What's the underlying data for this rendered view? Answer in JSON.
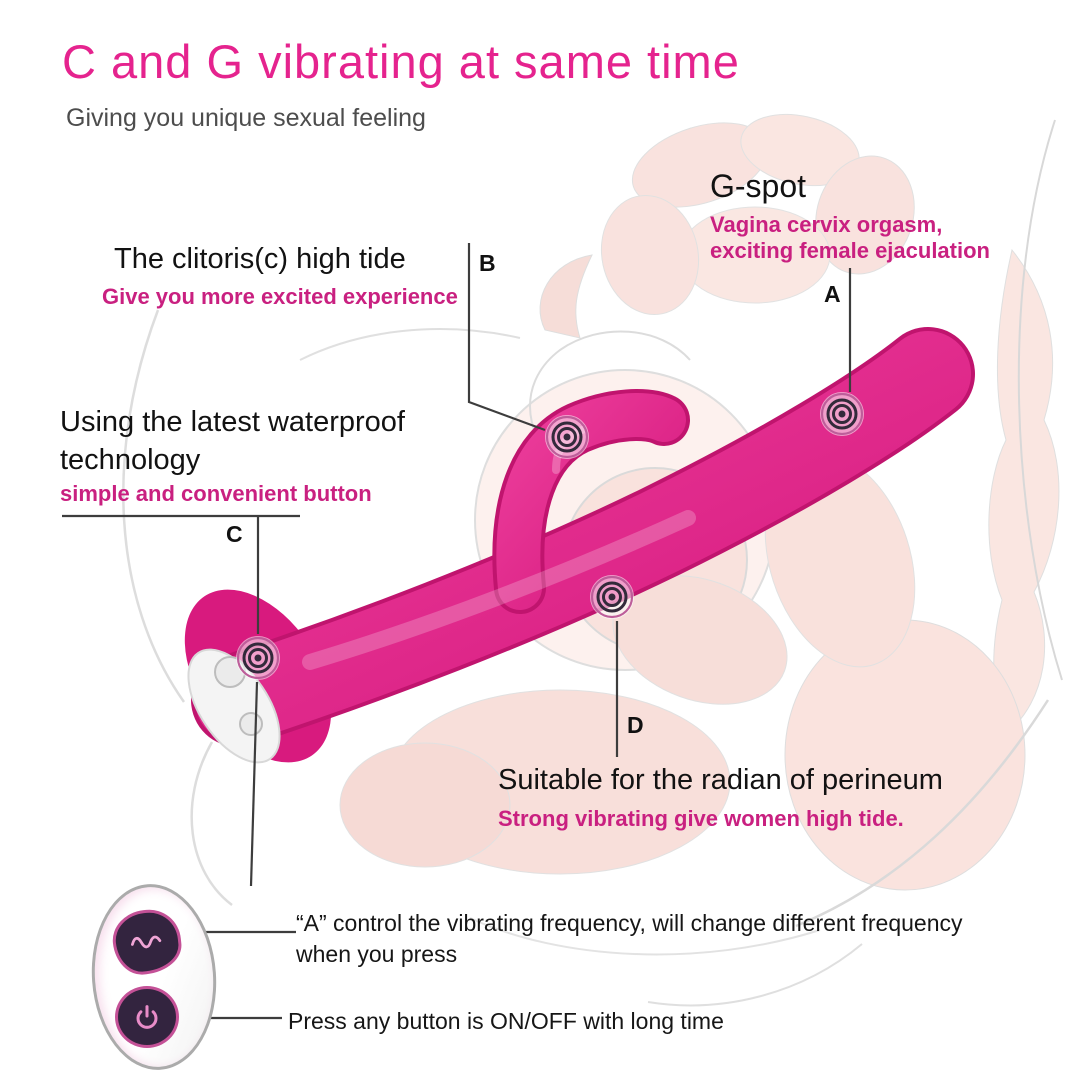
{
  "header": {
    "title": "C and G vibrating at same time",
    "subtitle": "Giving you unique sexual feeling"
  },
  "callouts": {
    "g_spot": {
      "label": "A",
      "heading": "G-spot",
      "detail": "Vagina cervix orgasm,\nexciting female ejaculation"
    },
    "clitoris": {
      "label": "B",
      "heading": "The clitoris(c) high tide",
      "detail": "Give you more excited experience"
    },
    "waterproof": {
      "label": "C",
      "heading": "Using the latest waterproof\ntechnology",
      "detail": "simple and convenient button"
    },
    "perineum": {
      "label": "D",
      "heading": "Suitable for the radian of perineum",
      "detail": "Strong vibrating give women  high tide."
    }
  },
  "button_guide": {
    "frequency_note": "“A”   control the vibrating frequency, will change different frequency\nwhen you press",
    "power_note": "Press any button is ON/OFF with long time"
  },
  "icons": {
    "frequency_button": "wave-icon",
    "power_button": "power-icon",
    "vibration_point": "vibration-target-icon"
  },
  "colors": {
    "title_pink": "#e5238e",
    "detail_pink": "#c92080",
    "text_black": "#161616",
    "product_pink": "#e02b8a",
    "line_gray": "#3d3d3d"
  }
}
